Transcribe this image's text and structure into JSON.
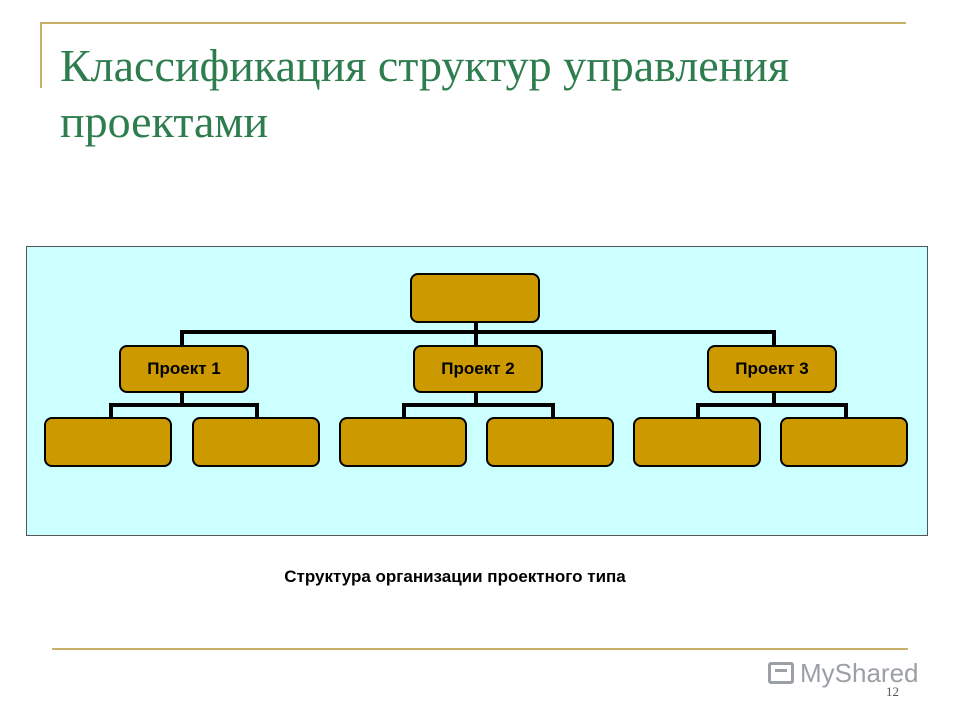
{
  "slide": {
    "title": "Классификация структур управления проектами",
    "caption": "Структура организации проектного типа",
    "page_number": "12",
    "watermark": "MyShared"
  },
  "diagram": {
    "root_label": "",
    "projects": [
      {
        "label": "Проект 1",
        "children": [
          "",
          ""
        ]
      },
      {
        "label": "Проект 2",
        "children": [
          "",
          ""
        ]
      },
      {
        "label": "Проект 3",
        "children": [
          "",
          ""
        ]
      }
    ]
  },
  "colors": {
    "title": "#2e7d4f",
    "panel_bg": "#ccffff",
    "node_fill": "#cc9900",
    "rule": "#c9b06b"
  }
}
